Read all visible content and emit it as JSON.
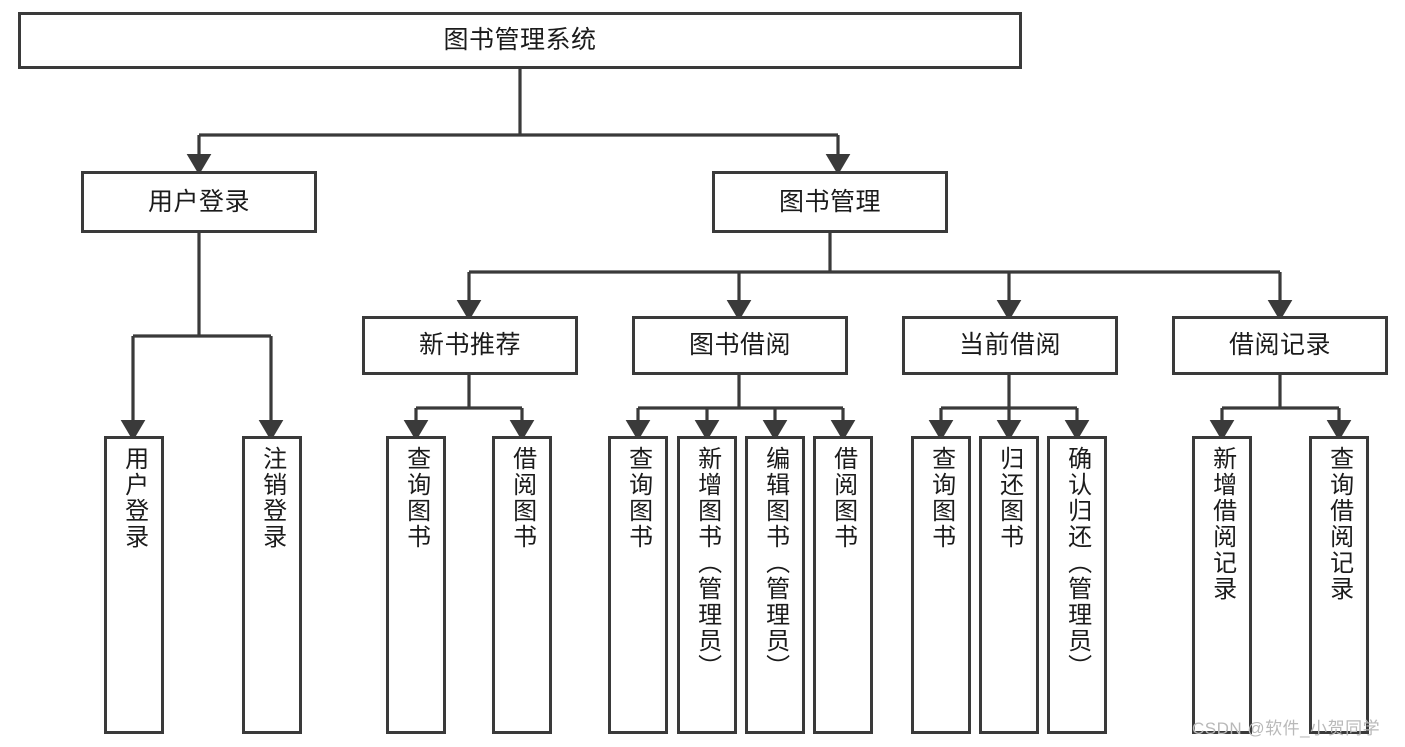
{
  "diagram": {
    "type": "tree-hierarchy",
    "title": "图书管理系统",
    "watermark": "CSDN @软件_小贺同学",
    "colors": {
      "box_border": "#3a3a3a",
      "box_fill": "#ffffff",
      "edge": "#3a3a3a",
      "text": "#1b1b1b",
      "watermark": "#b9b9b9",
      "background": "#ffffff"
    },
    "levels": {
      "root": {
        "label": "图书管理系统"
      },
      "level2": [
        {
          "label": "用户登录"
        },
        {
          "label": "图书管理"
        }
      ],
      "level3": [
        {
          "label": "新书推荐"
        },
        {
          "label": "图书借阅"
        },
        {
          "label": "当前借阅"
        },
        {
          "label": "借阅记录"
        }
      ],
      "leaves": {
        "user_login": [
          {
            "label": "用户登录"
          },
          {
            "label": "注销登录"
          }
        ],
        "new_book_recommend": [
          {
            "label": "查询图书"
          },
          {
            "label": "借阅图书"
          }
        ],
        "book_borrow": [
          {
            "label": "查询图书"
          },
          {
            "label": "新增图书（管理员）"
          },
          {
            "label": "编辑图书（管理员）"
          },
          {
            "label": "借阅图书"
          }
        ],
        "current_borrow": [
          {
            "label": "查询图书"
          },
          {
            "label": "归还图书"
          },
          {
            "label": "确认归还（管理员）"
          }
        ],
        "borrow_records": [
          {
            "label": "新增借阅记录"
          },
          {
            "label": "查询借阅记录"
          }
        ]
      }
    }
  }
}
